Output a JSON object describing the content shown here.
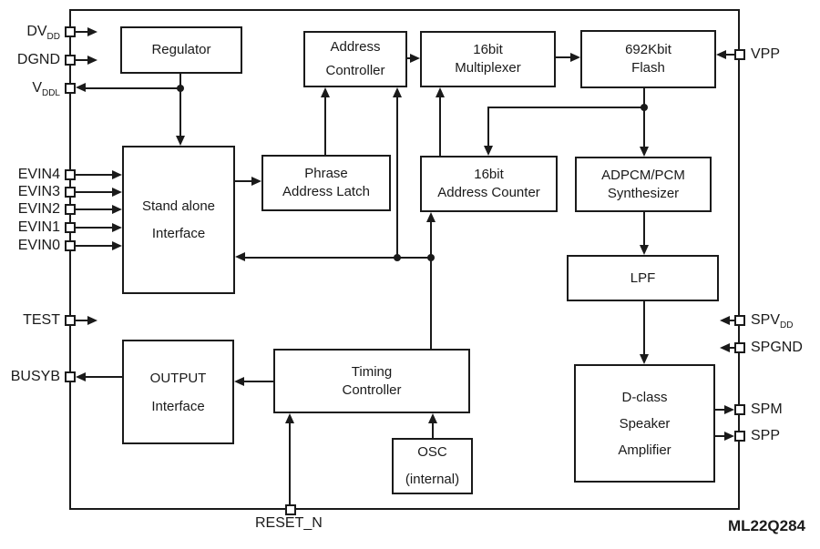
{
  "chip_name": "ML22Q284",
  "colors": {
    "line": "#1a1a1a",
    "background": "#ffffff"
  },
  "blocks": {
    "regulator": {
      "lines": [
        "Regulator"
      ]
    },
    "address_controller": {
      "lines": [
        "Address",
        "Controller"
      ]
    },
    "multiplexer": {
      "lines": [
        "16bit",
        "Multiplexer"
      ]
    },
    "flash": {
      "lines": [
        "692Kbit",
        "Flash"
      ]
    },
    "standalone_interface": {
      "lines": [
        "Stand alone",
        "Interface"
      ]
    },
    "phrase_address_latch": {
      "lines": [
        "Phrase",
        "Address Latch"
      ]
    },
    "address_counter": {
      "lines": [
        "16bit",
        "Address Counter"
      ]
    },
    "synthesizer": {
      "lines": [
        "ADPCM/PCM",
        "Synthesizer"
      ]
    },
    "lpf": {
      "lines": [
        "LPF"
      ]
    },
    "output_interface": {
      "lines": [
        "OUTPUT",
        "Interface"
      ]
    },
    "timing_controller": {
      "lines": [
        "Timing",
        "Controller"
      ]
    },
    "osc": {
      "lines": [
        "OSC",
        "(internal)"
      ]
    },
    "dclass_amplifier": {
      "lines": [
        "D-class",
        "Speaker",
        "Amplifier"
      ]
    }
  },
  "pins": {
    "dvdd": {
      "text": "DV",
      "sub": "DD"
    },
    "dgnd": {
      "text": "DGND",
      "sub": ""
    },
    "vddl": {
      "text": "V",
      "sub": "DDL"
    },
    "evin4": {
      "text": "EVIN4",
      "sub": ""
    },
    "evin3": {
      "text": "EVIN3",
      "sub": ""
    },
    "evin2": {
      "text": "EVIN2",
      "sub": ""
    },
    "evin1": {
      "text": "EVIN1",
      "sub": ""
    },
    "evin0": {
      "text": "EVIN0",
      "sub": ""
    },
    "test": {
      "text": "TEST",
      "sub": ""
    },
    "busyb": {
      "text": "BUSYB",
      "sub": ""
    },
    "vpp": {
      "text": "VPP",
      "sub": ""
    },
    "spvdd": {
      "text": "SPV",
      "sub": "DD"
    },
    "spgnd": {
      "text": "SPGND",
      "sub": ""
    },
    "spm": {
      "text": "SPM",
      "sub": ""
    },
    "spp": {
      "text": "SPP",
      "sub": ""
    },
    "reset_n": {
      "text": "RESET_N",
      "sub": ""
    }
  }
}
